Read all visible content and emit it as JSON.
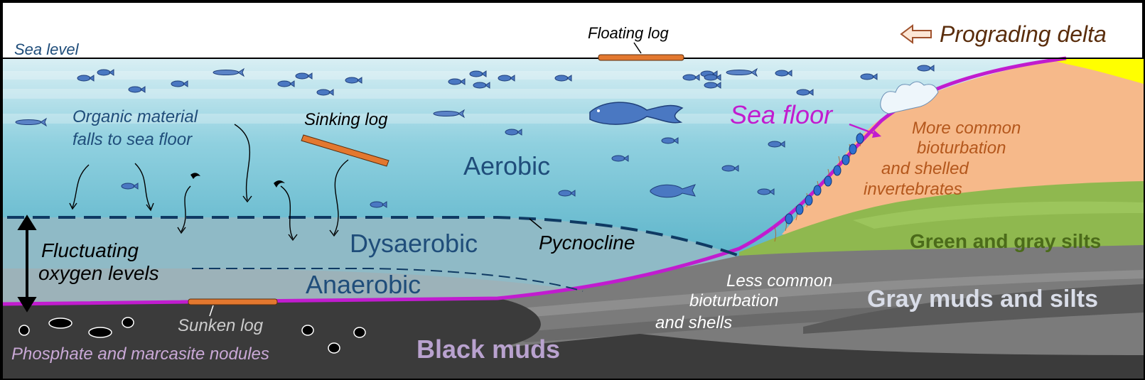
{
  "labels": {
    "sea_level": "Sea level",
    "floating_log": "Floating log",
    "prograding_delta": "Prograding delta",
    "organic_line1": "Organic material",
    "organic_line2": "falls to sea floor",
    "sinking_log": "Sinking log",
    "aerobic": "Aerobic",
    "sea_floor": "Sea floor",
    "more_common_line1": "More common",
    "more_common_line2": "bioturbation",
    "more_common_line3": "and shelled",
    "more_common_line4": "invertebrates",
    "dysaerobic": "Dysaerobic",
    "pycnocline": "Pycnocline",
    "fluctuating_line1": "Fluctuating",
    "fluctuating_line2": "oxygen levels",
    "anaerobic": "Anaerobic",
    "green_gray_silts": "Green and gray silts",
    "less_common_line1": "Less common",
    "less_common_line2": "bioturbation",
    "less_common_line3": "and shells",
    "gray_muds_silts": "Gray muds and silts",
    "sunken_log": "Sunken log",
    "phosphate_nodules": "Phosphate and marcasite nodules",
    "black_muds": "Black muds"
  },
  "colors": {
    "water_top": "#d7eef3",
    "water_bottom": "#4fb0c6",
    "dysaerobic_zone": "#8fbac6",
    "anaerobic_zone": "#9bb3ba",
    "black_muds": "#3b3b3b",
    "gray_muds": "#7b7b7b",
    "green_silts": "#8fb84f",
    "delta_sand": "#f6b98a",
    "delta_yellow": "#ffff00",
    "sea_floor_line": "#c11ccf",
    "log": "#e3782f",
    "fish": "#4a78c2",
    "dark_blue_text": "#1f4d7a",
    "delta_text": "#5a2d0c",
    "bioturbation_text": "#b4571c",
    "green_text": "#4b6b1a",
    "nodule_text": "#c9a8d6",
    "black_muds_text": "#b9a2cf"
  }
}
